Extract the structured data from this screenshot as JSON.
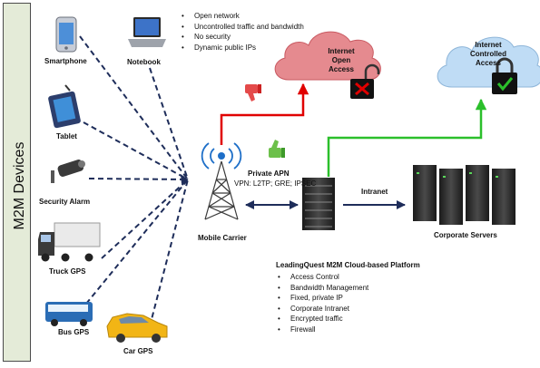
{
  "sidebar": {
    "title": "M2M Devices"
  },
  "devices": {
    "smartphone": "Smartphone",
    "notebook": "Notebook",
    "tablet": "Tablet",
    "security_alarm": "Security Alarm",
    "truck_gps": "Truck GPS",
    "bus_gps": "Bus GPS",
    "car_gps": "Car GPS"
  },
  "open_network_features": [
    "Open network",
    "Uncontrolled traffic and bandwidth",
    "No security",
    "Dynamic public IPs"
  ],
  "clouds": {
    "open": {
      "lines": [
        "Internet",
        "Open",
        "Access"
      ],
      "color": "#e58a8f"
    },
    "controlled": {
      "lines": [
        "Internet",
        "Controlled",
        "Access"
      ],
      "color": "#bfdcf5"
    }
  },
  "mobile_carrier": "Mobile Carrier",
  "private_apn": {
    "title": "Private APN",
    "protocols": "VPN: L2TP; GRE; IPSEC"
  },
  "intranet": "Intranet",
  "corporate_servers": "Corporate Servers",
  "platform": {
    "title": "LeadingQuest M2M Cloud-based Platform",
    "features": [
      "Access Control",
      "Bandwidth Management",
      "Fixed, private IP",
      "Corporate Intranet",
      "Encrypted traffic",
      "Firewall"
    ]
  },
  "colors": {
    "open_path": "#e00000",
    "controlled_path": "#2bbf2b",
    "dashed": "#1e2d5a",
    "sidebar_bg": "#e4ebd8"
  }
}
